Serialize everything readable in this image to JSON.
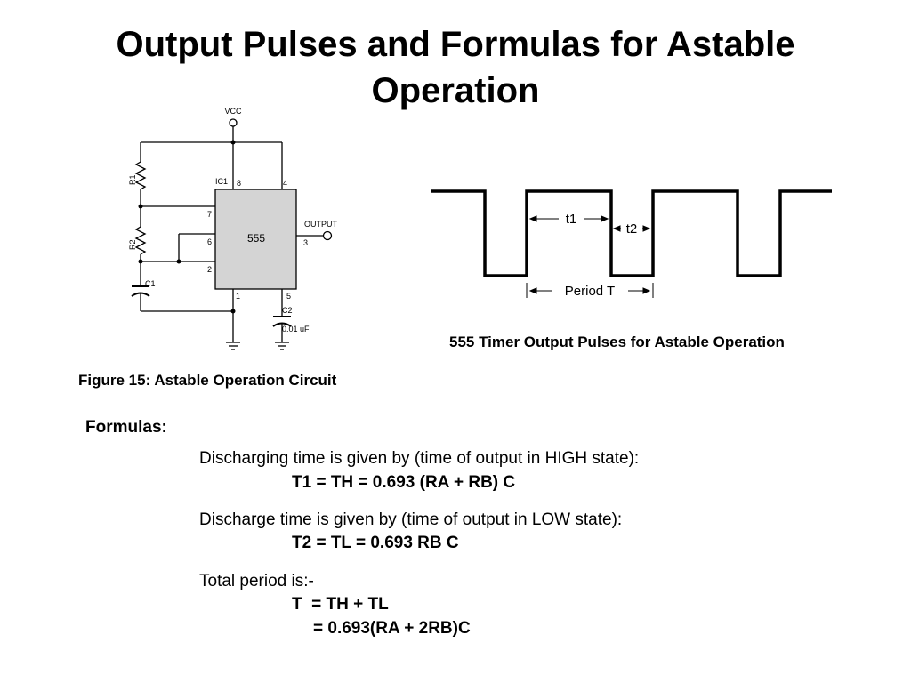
{
  "slide": {
    "title_line1": "Output Pulses and Formulas for Astable",
    "title_line2": "Operation"
  },
  "circuit": {
    "vcc_label": "VCC",
    "ic_label": "IC1",
    "chip_label": "555",
    "output_label": "OUTPUT",
    "r1_label": "R1",
    "r2_label": "R2",
    "c1_label": "C1",
    "c2_label": "C2",
    "c2_value": "0.01 uF",
    "pins": {
      "p8": "8",
      "p4": "4",
      "p7": "7",
      "p6": "6",
      "p2": "2",
      "p3": "3",
      "p1": "1",
      "p5": "5"
    },
    "caption": "Figure 15: Astable Operation Circuit"
  },
  "waveform": {
    "t1_label": "t1",
    "t2_label": "t2",
    "period_label": "Period T",
    "caption": "555 Timer Output Pulses for Astable Operation"
  },
  "formulas": {
    "heading": "Formulas:",
    "items": [
      {
        "description": "Discharging time is given by (time of output in HIGH state):",
        "equation": "T1 = TH = 0.693 (RA + RB) C"
      },
      {
        "description": "Discharge time is given by (time of output in LOW state):",
        "equation": "T2 = TL = 0.693 RB C"
      },
      {
        "description": "Total period is:-",
        "equation": "T  = TH + TL",
        "equation2": "= 0.693(RA + 2RB)C"
      }
    ]
  }
}
